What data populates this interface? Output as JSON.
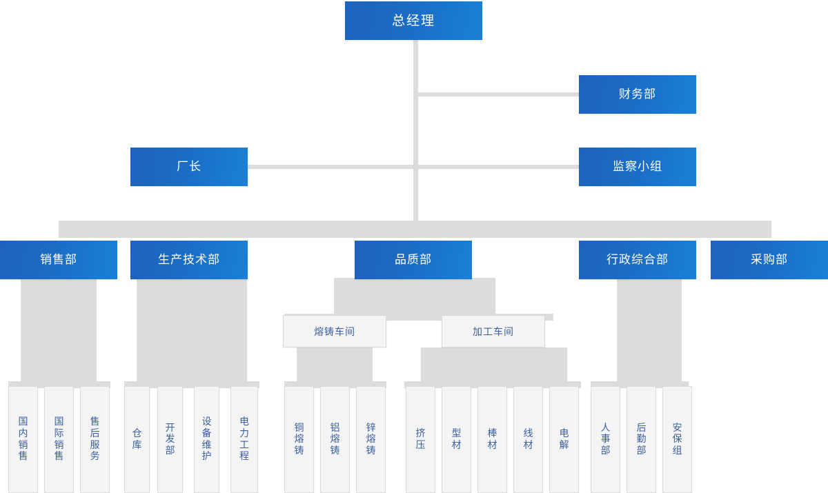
{
  "chart": {
    "title": "总经理",
    "type": "organization-chart",
    "colors": {
      "node_blue_from": "#1f62bd",
      "node_blue_to": "#1a80d6",
      "node_light_bg": "#f4f4f4",
      "node_light_text": "#3b5f9e",
      "connector": "#dcdcdc",
      "background": "#ffffff"
    }
  },
  "nodes": {
    "root": {
      "label": "总经理"
    },
    "finance": {
      "label": "财务部"
    },
    "factory_director": {
      "label": "厂长"
    },
    "inspection_team": {
      "label": "监察小组"
    },
    "departments": [
      {
        "label": "销售部"
      },
      {
        "label": "生产技术部"
      },
      {
        "label": "品质部"
      },
      {
        "label": "行政综合部"
      },
      {
        "label": "采购部"
      }
    ],
    "workshops": [
      {
        "label": "熔铸车间"
      },
      {
        "label": "加工车间"
      }
    ],
    "leaves": {
      "sales": [
        {
          "label": "国内销售"
        },
        {
          "label": "国际销售"
        },
        {
          "label": "售后服务"
        }
      ],
      "production": [
        {
          "label": "仓库"
        },
        {
          "label": "开发部"
        },
        {
          "label": "设备维护"
        },
        {
          "label": "电力工程"
        }
      ],
      "casting_workshop": [
        {
          "label": "铜熔铸"
        },
        {
          "label": "铝熔铸"
        },
        {
          "label": "锌熔铸"
        }
      ],
      "processing_workshop": [
        {
          "label": "挤压"
        },
        {
          "label": "型材"
        },
        {
          "label": "棒材"
        },
        {
          "label": "线材"
        },
        {
          "label": "电解"
        }
      ],
      "administration": [
        {
          "label": "人事部"
        },
        {
          "label": "后勤部"
        },
        {
          "label": "安保组"
        }
      ]
    }
  }
}
